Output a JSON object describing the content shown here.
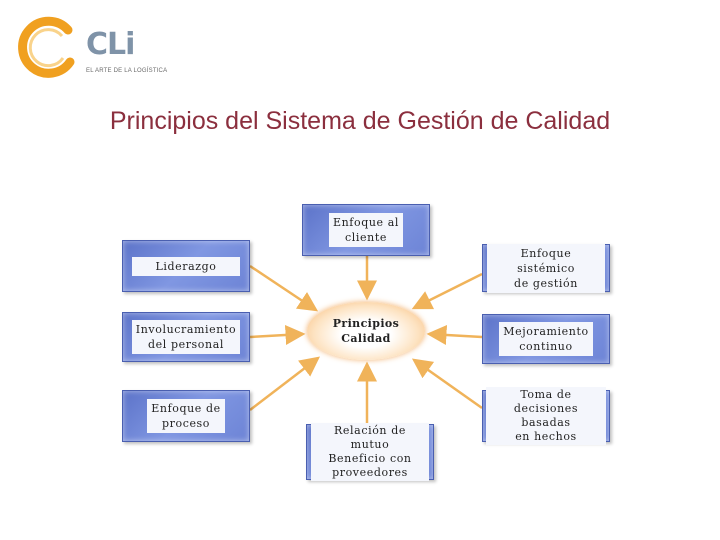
{
  "logo": {
    "name": "CLi",
    "tagline": "EL ARTE DE LA LOGÍSTICA",
    "ring_color": "#f0a020"
  },
  "title": "Principios del Sistema de Gestión de Calidad",
  "diagram": {
    "center": {
      "line1": "Principios",
      "line2": "Calidad"
    },
    "nodes": {
      "enfoque_cliente": {
        "line1": "Enfoque al",
        "line2": "cliente"
      },
      "liderazgo": {
        "line1": "Liderazgo"
      },
      "involucramiento": {
        "line1": "Involucramiento",
        "line2": "del personal"
      },
      "enfoque_proceso": {
        "line1": "Enfoque de",
        "line2": "proceso"
      },
      "relacion_mutuo": {
        "line1": "Relación de mutuo",
        "line2": "Beneficio con",
        "line3": "proveedores"
      },
      "toma_decisiones": {
        "line1": "Toma de decisiones",
        "line2": "basadas",
        "line3": "en hechos"
      },
      "mejoramiento": {
        "line1": "Mejoramiento",
        "line2": "continuo"
      },
      "enfoque_sistemico": {
        "line1": "Enfoque sistémico",
        "line2": "de gestión"
      }
    },
    "colors": {
      "box": "#6d84d6",
      "arrow": "#f0b35a",
      "center_glow": "#f6b36b"
    }
  }
}
